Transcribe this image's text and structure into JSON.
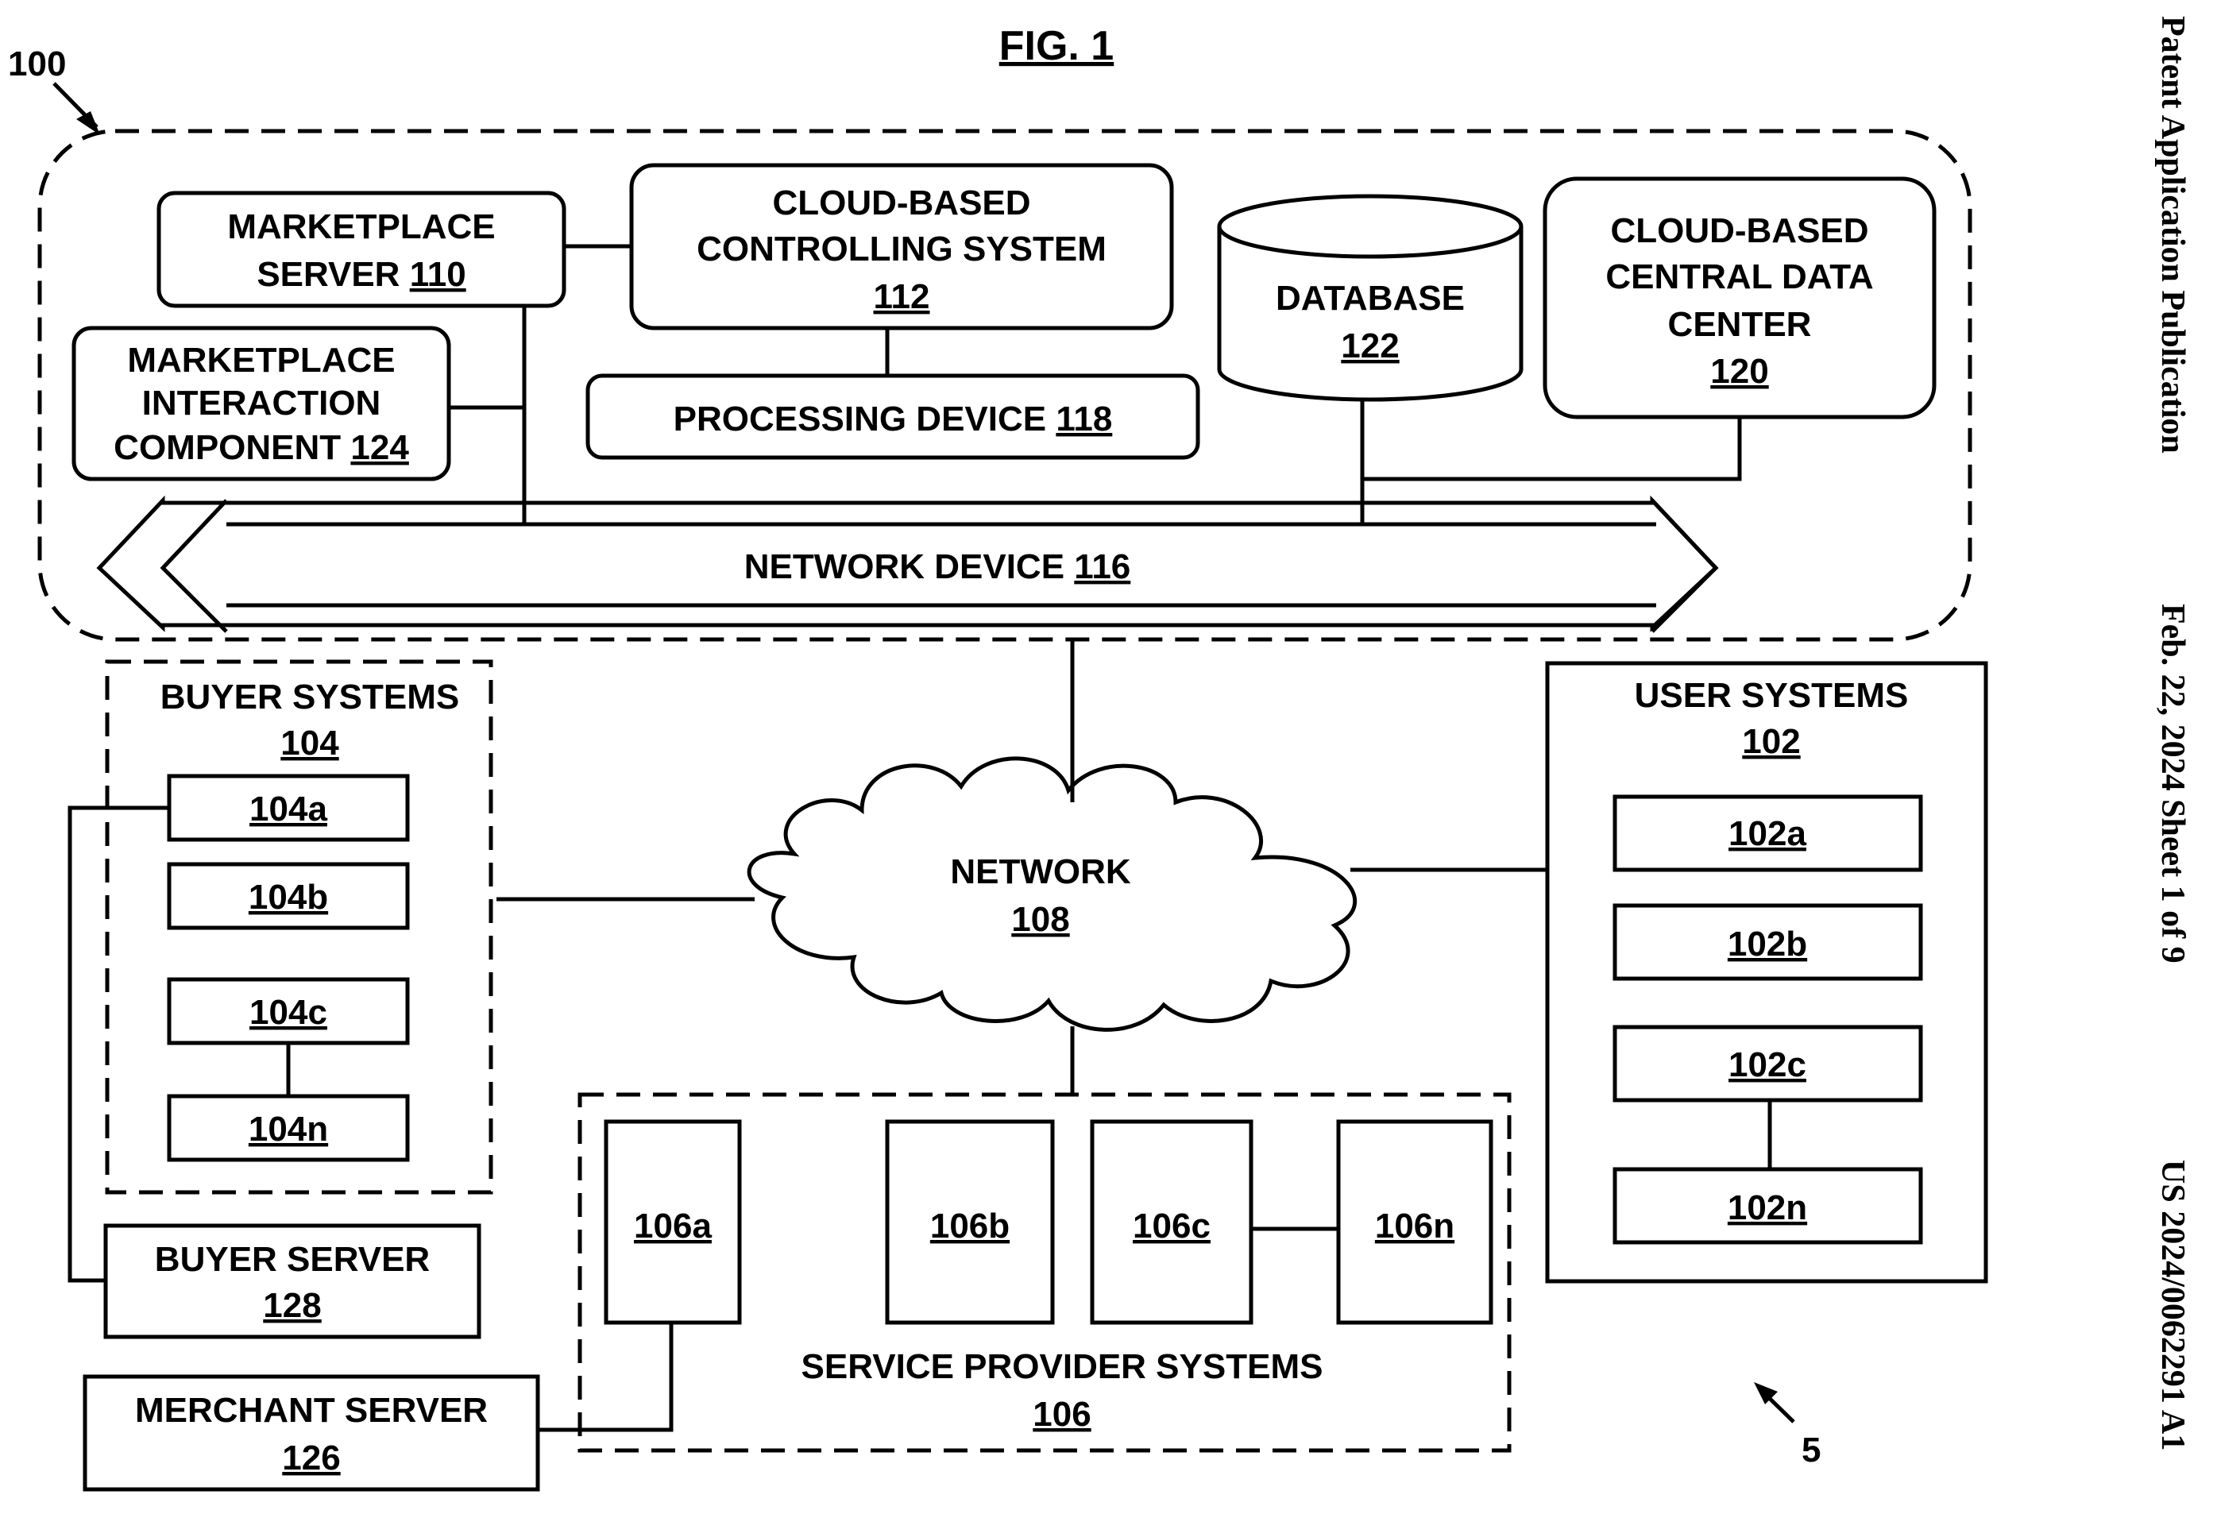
{
  "figure": {
    "title": "FIG. 1",
    "system_ref": "100",
    "marker_ref": "5"
  },
  "side_header": {
    "publication_type": "Patent Application Publication",
    "date_sheet": "Feb. 22, 2024  Sheet 1 of 9",
    "publication_number": "US 2024/0062291 A1"
  },
  "components": {
    "marketplace_server": {
      "line1": "MARKETPLACE",
      "line2": "SERVER",
      "ref": "110"
    },
    "controlling_system": {
      "line1": "CLOUD-BASED",
      "line2": "CONTROLLING SYSTEM",
      "ref": "112"
    },
    "database": {
      "label": "DATABASE",
      "ref": "122"
    },
    "central_data_center": {
      "line1": "CLOUD-BASED",
      "line2": "CENTRAL DATA",
      "line3": "CENTER",
      "ref": "120"
    },
    "interaction_component": {
      "line1": "MARKETPLACE",
      "line2": "INTERACTION",
      "line3": "COMPONENT",
      "ref": "124"
    },
    "processing_device": {
      "label": "PROCESSING DEVICE",
      "ref": "118"
    },
    "network_device": {
      "label": "NETWORK DEVICE",
      "ref": "116"
    },
    "network": {
      "label": "NETWORK",
      "ref": "108"
    },
    "buyer_systems": {
      "label": "BUYER SYSTEMS",
      "ref": "104",
      "items": [
        "104a",
        "104b",
        "104c",
        "104n"
      ]
    },
    "user_systems": {
      "label": "USER SYSTEMS",
      "ref": "102",
      "items": [
        "102a",
        "102b",
        "102c",
        "102n"
      ]
    },
    "service_provider_systems": {
      "label": "SERVICE PROVIDER SYSTEMS",
      "ref": "106",
      "items": [
        "106a",
        "106b",
        "106c",
        "106n"
      ]
    },
    "buyer_server": {
      "label": "BUYER SERVER",
      "ref": "128"
    },
    "merchant_server": {
      "label": "MERCHANT SERVER",
      "ref": "126"
    }
  }
}
